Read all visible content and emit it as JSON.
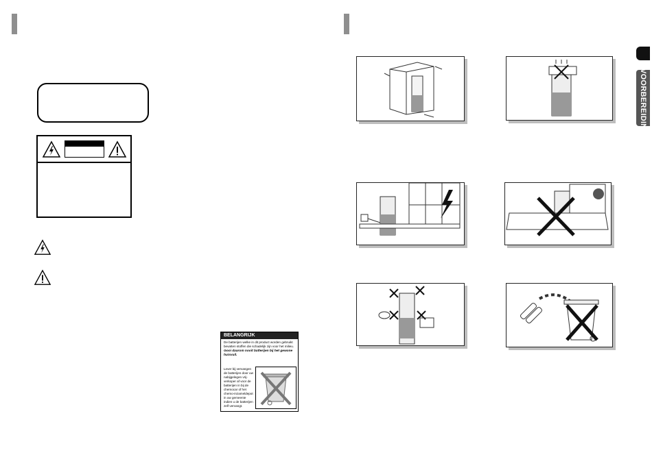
{
  "sidebar": {
    "tab_label": "VOORBEREIDING"
  },
  "battery_notice": {
    "heading": "BELANGRIJK",
    "intro": "De batterijen welke in dit product worden gebruikt bevatten stoffen die schadelijk zijn voor het milieu.",
    "warning": "Gooi daarom nooit batterijen bij het gewone huisvuil.",
    "instruction": "Lever bij vervangen de batterijen door uw nabijgelegen vrij-verkoper af voor de batterijen in bij de chemocar of het chemo-inzameldepot in uw gemeente indien u de batterijen zelf vervangt."
  },
  "colors": {
    "header_bar": "#8f8f8f",
    "side_tab": "#555555",
    "frame_shadow": "#bdbdbd"
  },
  "icons": {
    "lightning_triangle": "lightning-warning-icon",
    "exclamation_triangle": "exclamation-warning-icon"
  }
}
